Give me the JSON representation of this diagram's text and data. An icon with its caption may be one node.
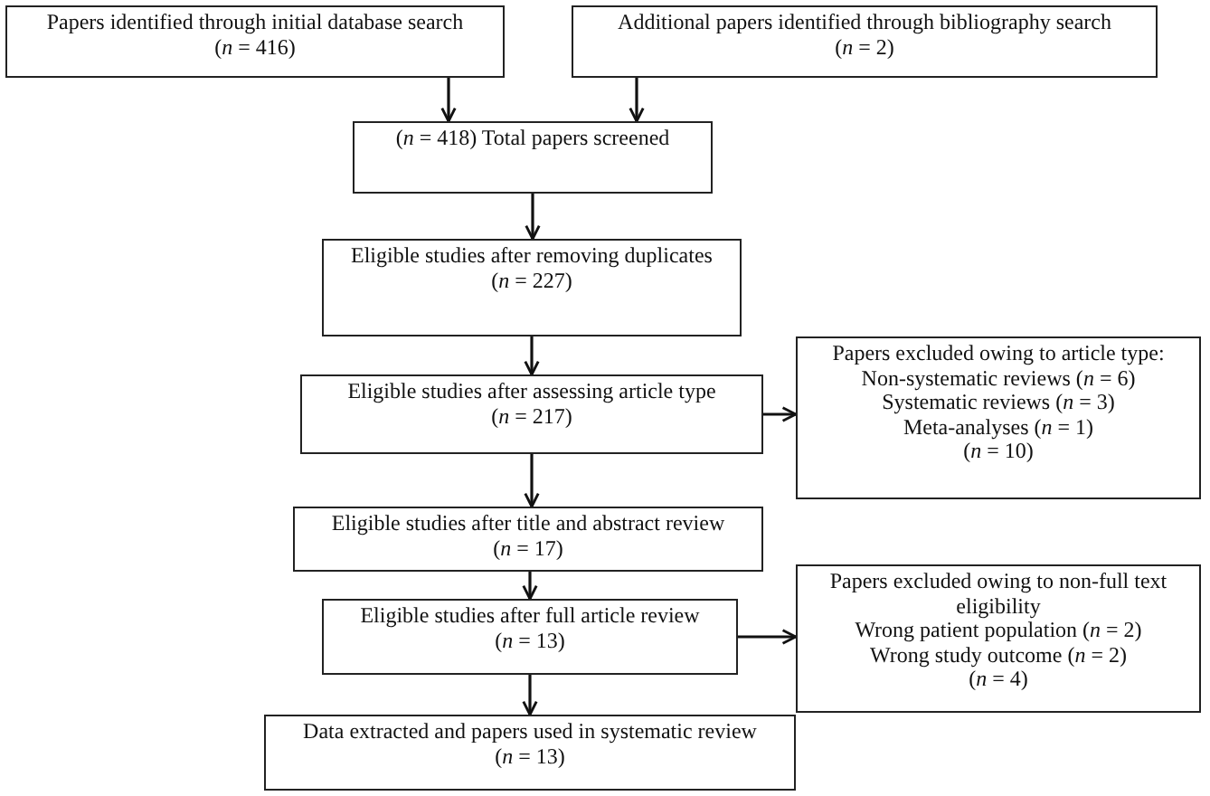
{
  "diagram": {
    "nodes": [
      {
        "text": [
          "Papers identified through initial database search",
          "(*n* = 416)"
        ]
      },
      {
        "text": [
          "Additional papers identified through bibliography search",
          "(*n* = 2)"
        ]
      },
      {
        "text": [
          "(*n* = 418) Total papers screened"
        ]
      },
      {
        "text": [
          "Eligible studies after removing duplicates",
          "(*n* = 227)"
        ]
      },
      {
        "text": [
          "Eligible studies after assessing article type",
          "(*n* = 217)"
        ]
      },
      {
        "text": [
          "Papers excluded owing to article type:",
          "Non-systematic reviews (*n* = 6)",
          "Systematic reviews (*n* = 3)",
          "Meta-analyses (*n* = 1)",
          "(*n* = 10)"
        ]
      },
      {
        "text": [
          "Eligible studies after title and abstract review",
          "(*n* = 17)"
        ]
      },
      {
        "text": [
          "Eligible studies after full article review",
          "(*n* = 13)"
        ]
      },
      {
        "text": [
          "Papers excluded owing to non-full text eligibility",
          "Wrong patient population (*n* = 2)",
          "Wrong study outcome (*n* = 2)",
          "(*n* = 4)"
        ]
      },
      {
        "text": [
          "Data extracted and papers used in systematic review",
          "(*n* = 13)"
        ]
      }
    ],
    "edges": [
      {
        "from": 0,
        "to": 2,
        "arrow": "to"
      },
      {
        "from": 1,
        "to": 2,
        "arrow": "to"
      },
      {
        "from": 2,
        "to": 3,
        "arrow": "to"
      },
      {
        "from": 3,
        "to": 4,
        "arrow": "to"
      },
      {
        "from": 4,
        "to": 5,
        "arrow": "to"
      },
      {
        "from": 4,
        "to": 6,
        "arrow": "to"
      },
      {
        "from": 6,
        "to": 7,
        "arrow": "to"
      },
      {
        "from": 7,
        "to": 8,
        "arrow": "to"
      },
      {
        "from": 7,
        "to": 9,
        "arrow": "to"
      }
    ]
  }
}
